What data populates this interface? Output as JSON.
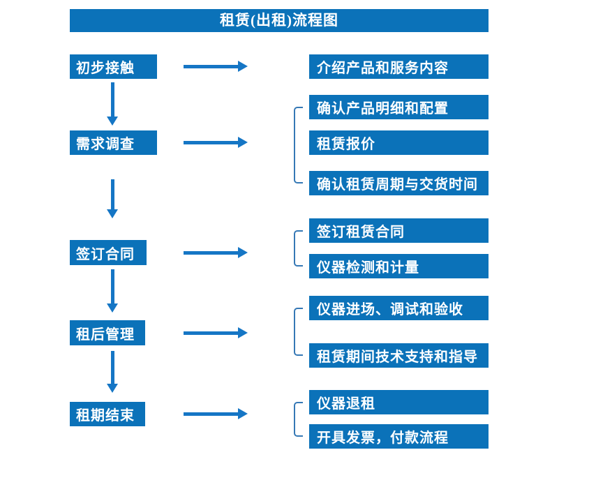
{
  "title": "租赁(出租)流程图",
  "colors": {
    "box_blue": "#0b72b9",
    "arrow_blue": "#1576c5",
    "bracket_blue": "#3578b5",
    "text_white": "#ffffff",
    "background": "#ffffff"
  },
  "steps": [
    {
      "label": "初步接触",
      "details": [
        "介绍产品和服务内容"
      ]
    },
    {
      "label": "需求调查",
      "details": [
        "确认产品明细和配置",
        "租赁报价",
        "确认租赁周期与交货时间"
      ]
    },
    {
      "label": "签订合同",
      "details": [
        "签订租赁合同",
        "仪器检测和计量"
      ]
    },
    {
      "label": "租后管理",
      "details": [
        "仪器进场、调试和验收",
        "租赁期间技术支持和指导"
      ]
    },
    {
      "label": "租期结束",
      "details": [
        "仪器退租",
        "开具发票，付款流程"
      ]
    }
  ]
}
